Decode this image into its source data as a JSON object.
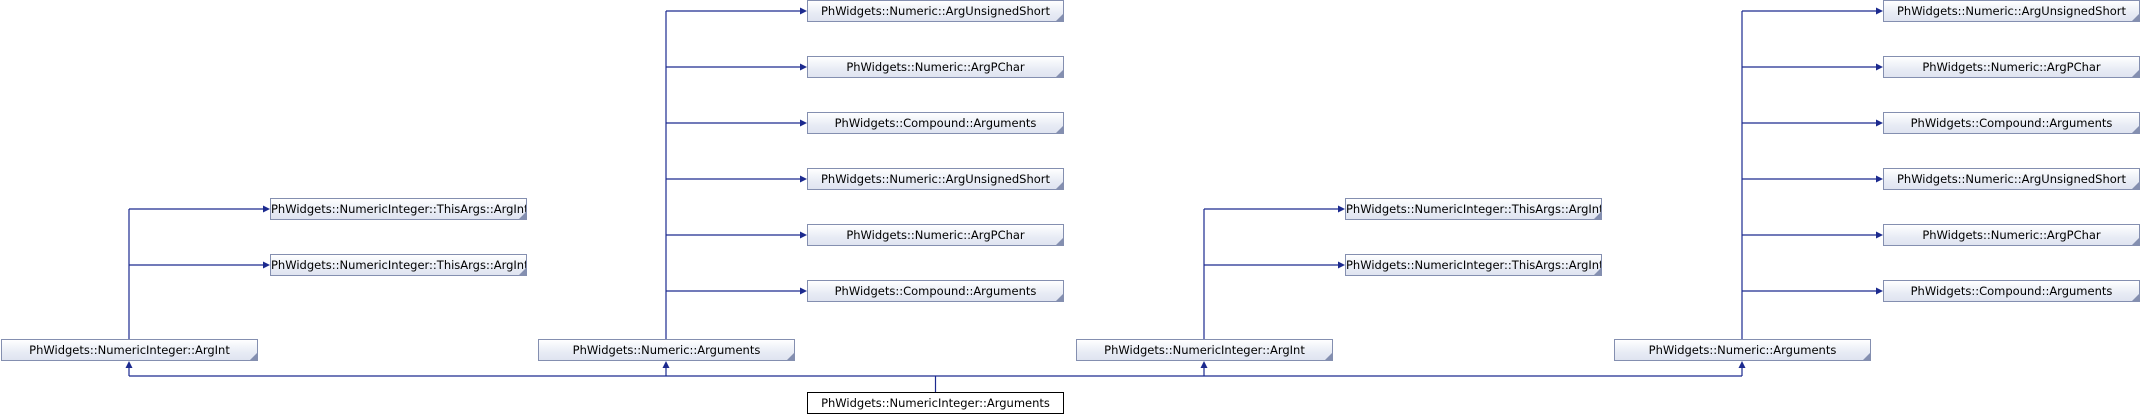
{
  "root": {
    "label": "PhWidgets::NumericInteger::Arguments"
  },
  "parents": [
    {
      "label": "PhWidgets::NumericInteger::ArgInt",
      "bases": [
        "PhWidgets::NumericInteger::ThisArgs::ArgInt",
        "PhWidgets::NumericInteger::ThisArgs::ArgInt"
      ]
    },
    {
      "label": "PhWidgets::Numeric::Arguments",
      "bases": [
        "PhWidgets::Numeric::ArgUnsignedShort",
        "PhWidgets::Numeric::ArgPChar",
        "PhWidgets::Compound::Arguments",
        "PhWidgets::Numeric::ArgUnsignedShort",
        "PhWidgets::Numeric::ArgPChar",
        "PhWidgets::Compound::Arguments"
      ]
    },
    {
      "label": "PhWidgets::NumericInteger::ArgInt",
      "bases": [
        "PhWidgets::NumericInteger::ThisArgs::ArgInt",
        "PhWidgets::NumericInteger::ThisArgs::ArgInt"
      ]
    },
    {
      "label": "PhWidgets::Numeric::Arguments",
      "bases": [
        "PhWidgets::Numeric::ArgUnsignedShort",
        "PhWidgets::Numeric::ArgPChar",
        "PhWidgets::Compound::Arguments",
        "PhWidgets::Numeric::ArgUnsignedShort",
        "PhWidgets::Numeric::ArgPChar",
        "PhWidgets::Compound::Arguments"
      ]
    }
  ]
}
